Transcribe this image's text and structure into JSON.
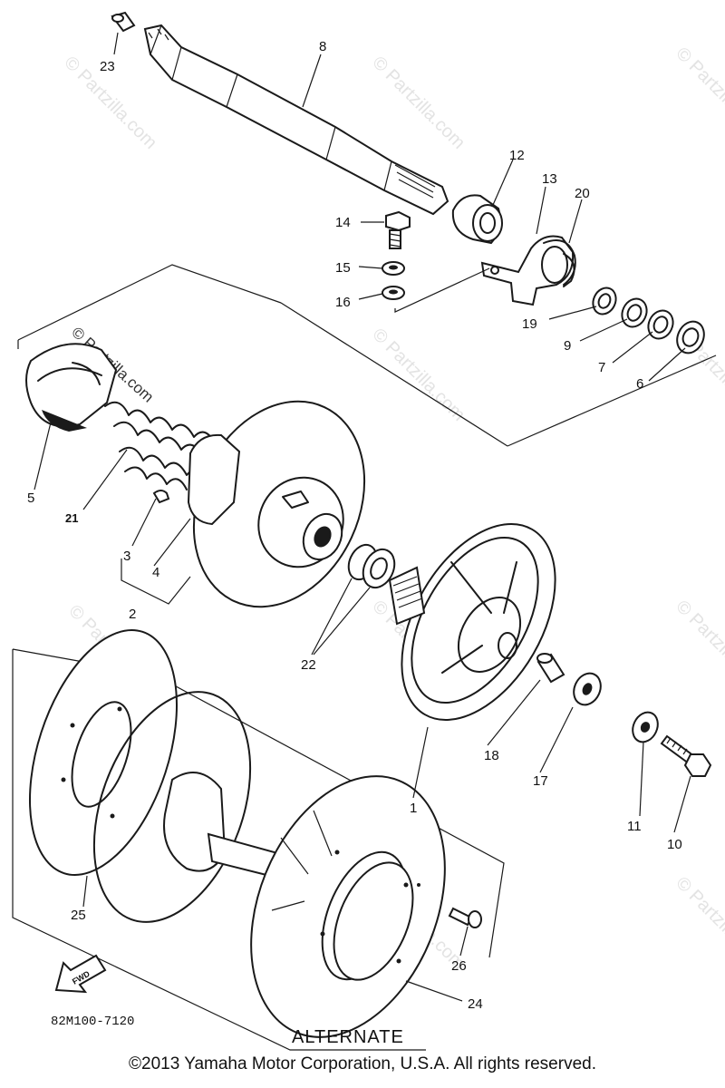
{
  "diagram": {
    "part_numbers": [
      "23",
      "8",
      "12",
      "13",
      "20",
      "14",
      "15",
      "16",
      "19",
      "9",
      "7",
      "6",
      "5",
      "21",
      "3",
      "4",
      "2",
      "22",
      "18",
      "17",
      "1",
      "11",
      "10",
      "25",
      "26",
      "24"
    ],
    "watermark": "© Partzilla.com",
    "drawing_code": "82M100-7120",
    "alternate_label": "ALTERNATE",
    "fwd_label": "FWD",
    "copyright": "©2013  Yamaha Motor Corporation, U.S.A. All rights reserved."
  }
}
